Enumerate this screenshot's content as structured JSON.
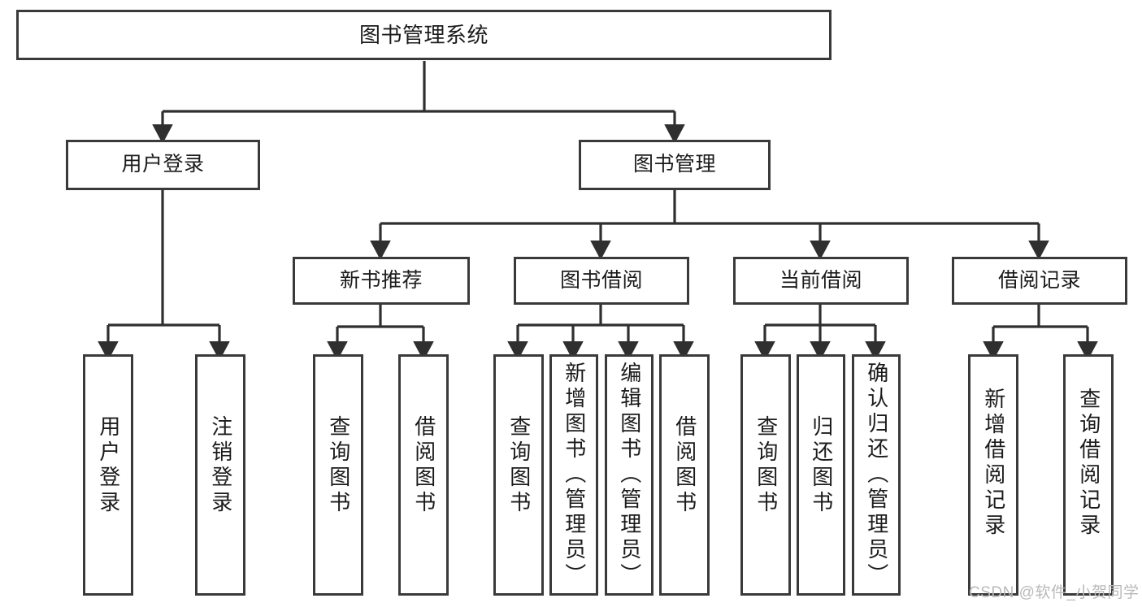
{
  "diagram": {
    "title": "图书管理系统",
    "type": "hierarchy-tree",
    "nodes": {
      "root": {
        "label": "图书管理系统"
      },
      "level1": [
        {
          "id": "user-login",
          "label": "用户登录"
        },
        {
          "id": "book-manage",
          "label": "图书管理"
        }
      ],
      "level2": [
        {
          "id": "new-book-recommend",
          "label": "新书推荐"
        },
        {
          "id": "book-borrow",
          "label": "图书借阅"
        },
        {
          "id": "current-borrow",
          "label": "当前借阅"
        },
        {
          "id": "borrow-record",
          "label": "借阅记录"
        }
      ],
      "leaves": {
        "user_login": [
          {
            "id": "leaf-user-login",
            "label": "用户登录"
          },
          {
            "id": "leaf-logout",
            "label": "注销登录"
          }
        ],
        "new_book_recommend": [
          {
            "id": "leaf-query-book-1",
            "label": "查询图书"
          },
          {
            "id": "leaf-borrow-book-1",
            "label": "借阅图书"
          }
        ],
        "book_borrow": [
          {
            "id": "leaf-query-book-2",
            "label": "查询图书"
          },
          {
            "id": "leaf-add-book",
            "label": "新增图书（管理员）"
          },
          {
            "id": "leaf-edit-book",
            "label": "编辑图书（管理员）"
          },
          {
            "id": "leaf-borrow-book-2",
            "label": "借阅图书"
          }
        ],
        "current_borrow": [
          {
            "id": "leaf-query-book-3",
            "label": "查询图书"
          },
          {
            "id": "leaf-return-book",
            "label": "归还图书"
          },
          {
            "id": "leaf-confirm-return",
            "label": "确认归还（管理员）"
          }
        ],
        "borrow_record": [
          {
            "id": "leaf-add-record",
            "label": "新增借阅记录"
          },
          {
            "id": "leaf-query-record",
            "label": "查询借阅记录"
          }
        ]
      }
    },
    "colors": {
      "border": "#3a3a3a",
      "text": "#1b1b1b",
      "background": "#ffffff",
      "edge": "#2f2f2f",
      "watermark": "#b9b9b9"
    }
  },
  "watermark": {
    "text": "CSDN @软件_小贺同学"
  }
}
